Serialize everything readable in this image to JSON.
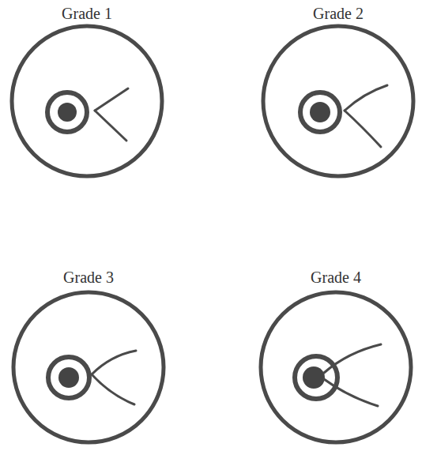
{
  "diagram": {
    "labels": [
      "Grade 1",
      "Grade 2",
      "Grade 3",
      "Grade 4"
    ]
  }
}
